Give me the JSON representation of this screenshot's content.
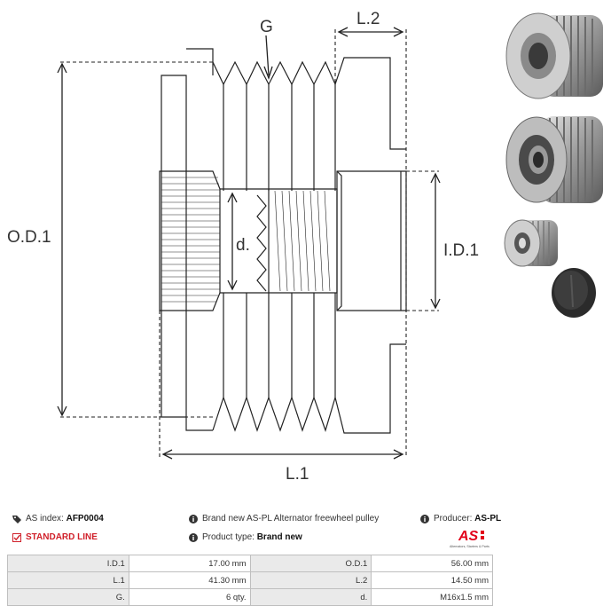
{
  "drawing": {
    "labels": {
      "g": "G",
      "l2": "L.2",
      "od1": "O.D.1",
      "d": "d.",
      "id1": "I.D.1",
      "l1": "L.1"
    }
  },
  "info": {
    "as_index_label": "AS index:",
    "as_index_value": "AFP0004",
    "standard_line": "STANDARD LINE",
    "description": "Brand new AS-PL Alternator freewheel pulley",
    "product_type_label": "Product type:",
    "product_type_value": "Brand new",
    "producer_label": "Producer:",
    "producer_value": "AS-PL"
  },
  "logo": {
    "text": "AS",
    "tagline": "Alternators, Starters & Parts",
    "color": "#e2001a"
  },
  "specs": {
    "rows": [
      {
        "k1": "I.D.1",
        "v1": "17.00 mm",
        "k2": "O.D.1",
        "v2": "56.00 mm"
      },
      {
        "k1": "L.1",
        "v1": "41.30 mm",
        "k2": "L.2",
        "v2": "14.50 mm"
      },
      {
        "k1": "G.",
        "v1": "6 qty.",
        "k2": "d.",
        "v2": "M16x1.5 mm"
      }
    ]
  },
  "icons": {
    "as_index": "tag-icon",
    "standard_line": "check-square-icon",
    "description": "info-circle-icon",
    "product_type": "info-circle-icon",
    "producer": "info-circle-icon"
  },
  "colors": {
    "accent_red": "#d0202a",
    "table_key_bg": "#eaeaea",
    "table_border": "#bfbfbf"
  }
}
